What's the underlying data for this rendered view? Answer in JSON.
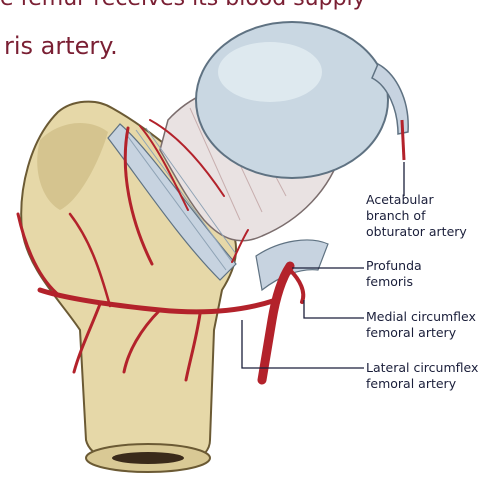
{
  "header": {
    "top_line_partial": "e femur receives its blood supply",
    "title_partial": "ris artery."
  },
  "labels": {
    "acetabular_branch": "Acetabular\nbranch of\nobturator artery",
    "profunda_femoris": "Profunda\nfemoris",
    "medial_circumflex": "Medial circumflex\nfemoral artery",
    "lateral_circumflex": "Lateral circumflex\nfemoral artery"
  },
  "colors": {
    "header_text": "#7a1f33",
    "label_text": "#1a1e3a",
    "bone": "#e6d8a8",
    "femoral_head": "#c9d7e2",
    "artery": "#b3222b",
    "ligament": "#c7d3e0"
  }
}
